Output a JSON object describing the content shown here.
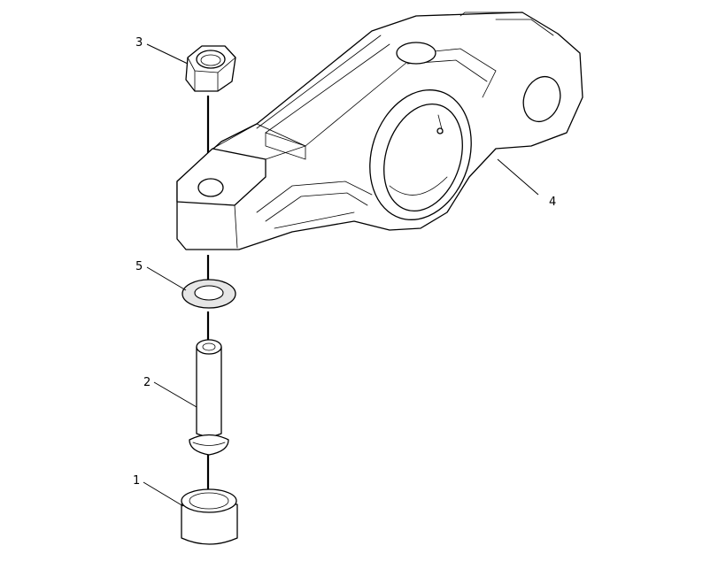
{
  "callouts": {
    "c1": "1",
    "c2": "2",
    "c3": "3",
    "c4": "4",
    "c5": "5"
  },
  "colors": {
    "line": "#000000",
    "background": "#ffffff",
    "gasket_fill": "#e6e6e6"
  }
}
